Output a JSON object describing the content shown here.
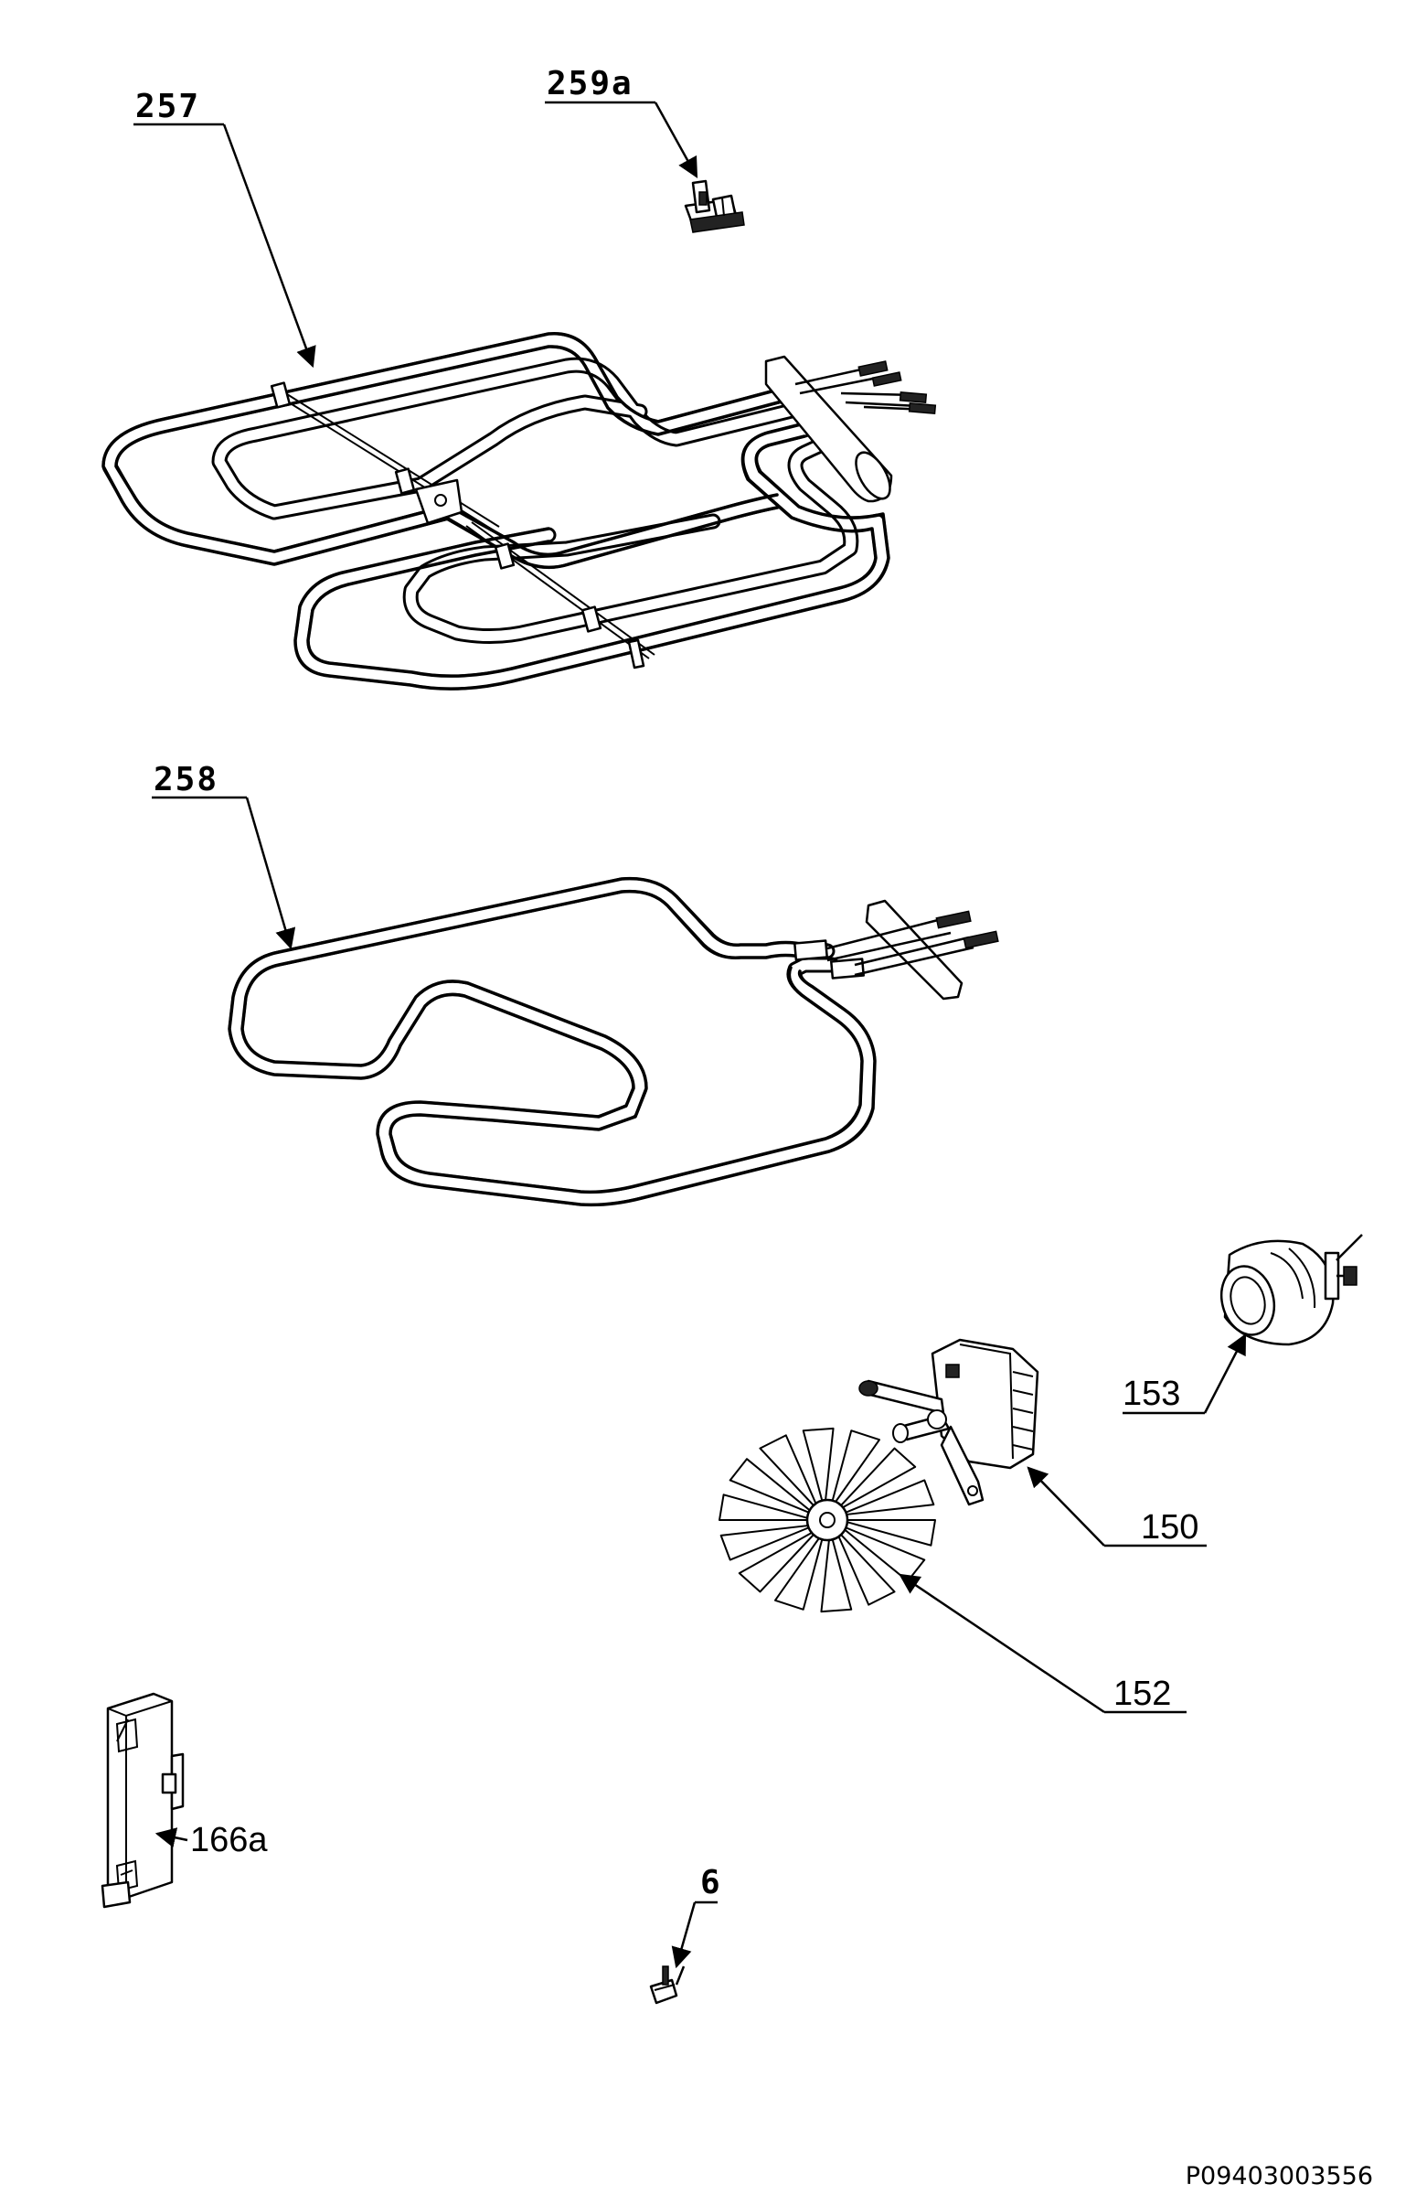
{
  "labels": {
    "grill_element": "257",
    "thermostat": "259a",
    "bottom_element": "258",
    "lamp": "153",
    "fan_motor": "150",
    "fan_blade": "152",
    "electronic_module": "166a",
    "screw": "6"
  },
  "drawing_code": "P09403003556"
}
